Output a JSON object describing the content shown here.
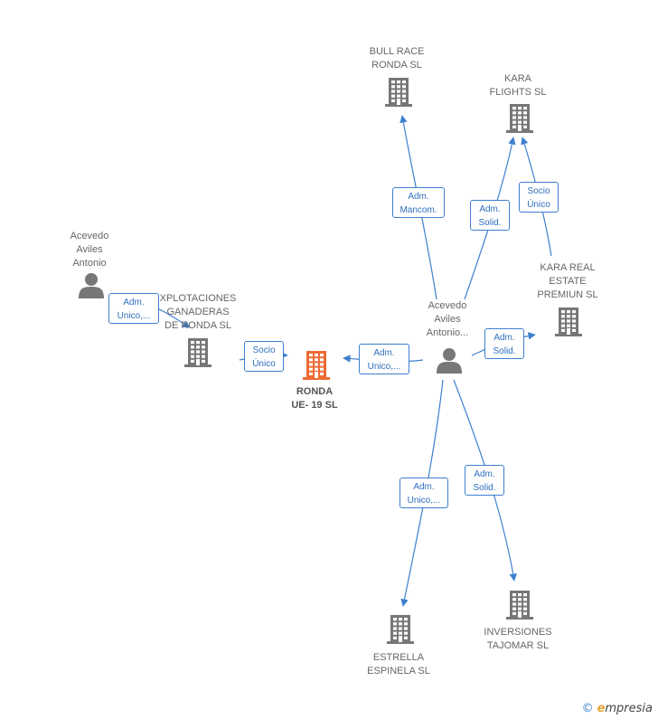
{
  "colors": {
    "edge": "#3d7fcf",
    "node": "#777777",
    "highlight": "#ee6a35"
  },
  "nodes": [
    {
      "id": "acevedo1",
      "kind": "person",
      "label": "Acevedo\nAviles\nAntonio"
    },
    {
      "id": "explot",
      "kind": "company",
      "label": "XPLOTACIONES\nGANADERAS\nDE RONDA SL"
    },
    {
      "id": "ronda",
      "kind": "company",
      "label": "RONDA\nUE- 19  SL",
      "highlight": true
    },
    {
      "id": "acevedo2",
      "kind": "person",
      "label": "Acevedo\nAviles\nAntonio..."
    },
    {
      "id": "bull",
      "kind": "company",
      "label": "BULL RACE\nRONDA  SL"
    },
    {
      "id": "karaflights",
      "kind": "company",
      "label": "KARA\nFLIGHTS  SL"
    },
    {
      "id": "karareal",
      "kind": "company",
      "label": "KARA REAL\nESTATE\nPREMIUN  SL"
    },
    {
      "id": "estrella",
      "kind": "company",
      "label": "ESTRELLA\nESPINELA  SL"
    },
    {
      "id": "tajomar",
      "kind": "company",
      "label": "INVERSIONES\nTAJOMAR  SL"
    }
  ],
  "edges": [
    {
      "from": "acevedo1",
      "to": "explot",
      "label": "Adm.\nUnico,..."
    },
    {
      "from": "explot",
      "to": "ronda",
      "label": "Socio\nÚnico"
    },
    {
      "from": "acevedo2",
      "to": "ronda",
      "label": "Adm.\nUnico,..."
    },
    {
      "from": "acevedo2",
      "to": "bull",
      "label": "Adm.\nMancom."
    },
    {
      "from": "acevedo2",
      "to": "karaflights",
      "label": "Adm.\nSolid."
    },
    {
      "from": "karareal",
      "to": "karaflights",
      "label": "Socio\nÚnico"
    },
    {
      "from": "acevedo2",
      "to": "karareal",
      "label": "Adm.\nSolid."
    },
    {
      "from": "acevedo2",
      "to": "estrella",
      "label": "Adm.\nUnico,..."
    },
    {
      "from": "acevedo2",
      "to": "tajomar",
      "label": "Adm.\nSolid."
    }
  ],
  "watermark": {
    "copyright": "©",
    "brand_first": "e",
    "brand_rest": "mpresia"
  }
}
